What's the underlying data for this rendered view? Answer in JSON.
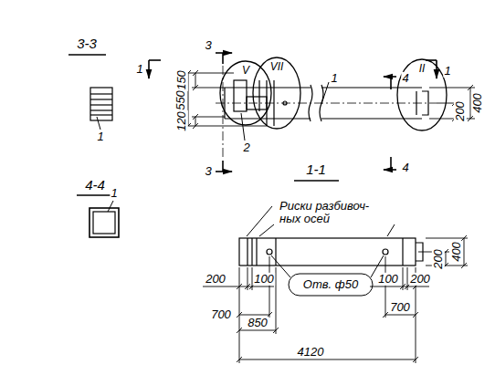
{
  "diagram": {
    "nodes": [
      {
        "text": [
          "V"
        ]
      },
      {
        "text": [
          "VII"
        ]
      },
      {
        "text": [
          "II"
        ]
      }
    ],
    "labels": [
      "3-3",
      "1",
      "4-4",
      "1",
      "1",
      "1",
      "3",
      "3",
      "4",
      "4",
      "1",
      "2",
      "150",
      "550",
      "120",
      "400",
      "200",
      "1-1",
      "Риски разбивоч- ных осей",
      "400",
      "200",
      "Отв. ф50",
      "200",
      "100",
      "700",
      "850",
      "4120",
      "100",
      "200",
      "700"
    ]
  }
}
